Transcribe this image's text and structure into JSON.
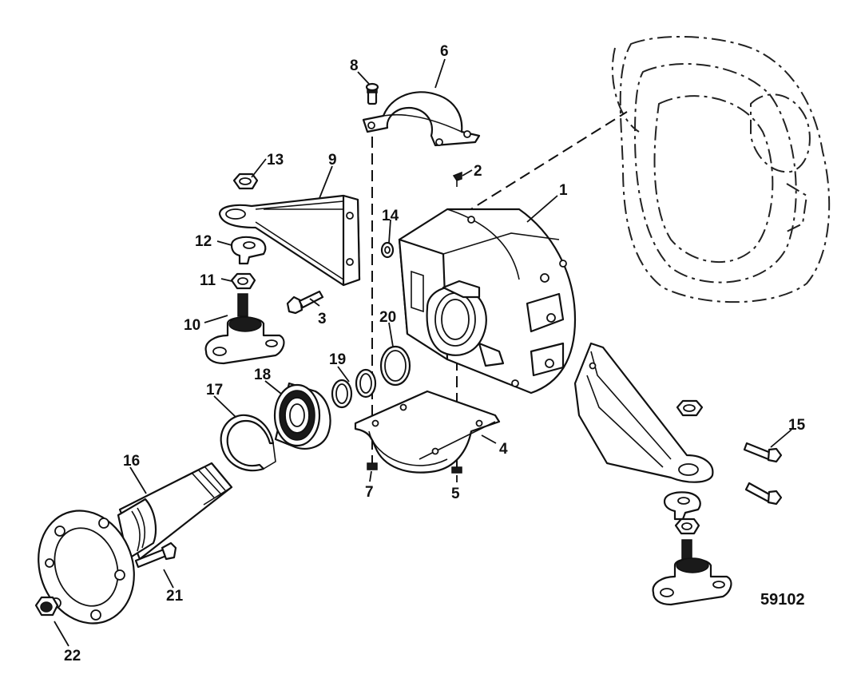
{
  "diagram": {
    "reference_number": "59102",
    "callouts": {
      "c1": "1",
      "c2": "2",
      "c3": "3",
      "c4": "4",
      "c5": "5",
      "c6": "6",
      "c7": "7",
      "c8": "8",
      "c9": "9",
      "c10": "10",
      "c11": "11",
      "c12": "12",
      "c13": "13",
      "c14": "14",
      "c15": "15",
      "c16": "16",
      "c17": "17",
      "c18": "18",
      "c19": "19",
      "c20": "20",
      "c21": "21",
      "c22": "22"
    }
  }
}
